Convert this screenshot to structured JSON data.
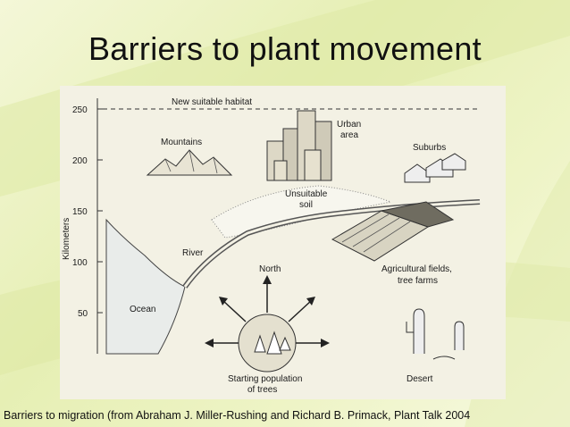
{
  "slide": {
    "title": "Barriers to plant movement",
    "caption": "Barriers to migration (from Abraham J. Miller-Rushing and Richard B. Primack, Plant Talk 2004"
  },
  "diagram": {
    "y_axis_label": "Kilometers",
    "y_ticks": [
      "250",
      "200",
      "150",
      "100",
      "50"
    ],
    "labels": {
      "new_habitat": "New suitable habitat",
      "mountains": "Mountains",
      "urban_1": "Urban",
      "urban_2": "area",
      "suburbs": "Suburbs",
      "unsuitable_1": "Unsuitable",
      "unsuitable_2": "soil",
      "river": "River",
      "north": "North",
      "agri_1": "Agricultural fields,",
      "agri_2": "tree farms",
      "ocean": "Ocean",
      "start_1": "Starting population",
      "start_2": "of trees",
      "desert": "Desert"
    }
  },
  "colors": {
    "figure_bg": "#f3f1e4",
    "slide_bg": "#e6efb4"
  }
}
